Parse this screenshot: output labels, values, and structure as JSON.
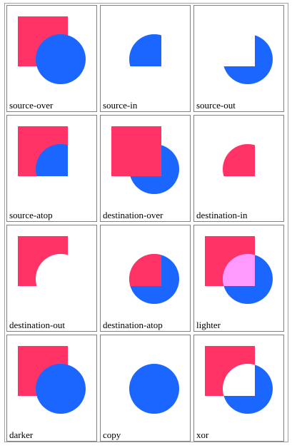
{
  "colors": {
    "square": "#ff3366",
    "circle": "#1a66ff",
    "lighter": "#ff99ff",
    "background": "#ffffff"
  },
  "cells": [
    {
      "op": "source-over",
      "label": "source-over"
    },
    {
      "op": "source-in",
      "label": "source-in"
    },
    {
      "op": "source-out",
      "label": "source-out"
    },
    {
      "op": "source-atop",
      "label": "source-atop"
    },
    {
      "op": "destination-over",
      "label": "destination-over"
    },
    {
      "op": "destination-in",
      "label": "destination-in"
    },
    {
      "op": "destination-out",
      "label": "destination-out"
    },
    {
      "op": "destination-atop",
      "label": "destination-atop"
    },
    {
      "op": "lighter",
      "label": "lighter"
    },
    {
      "op": "darker",
      "label": "darker"
    },
    {
      "op": "copy",
      "label": "copy"
    },
    {
      "op": "xor",
      "label": "xor"
    }
  ]
}
